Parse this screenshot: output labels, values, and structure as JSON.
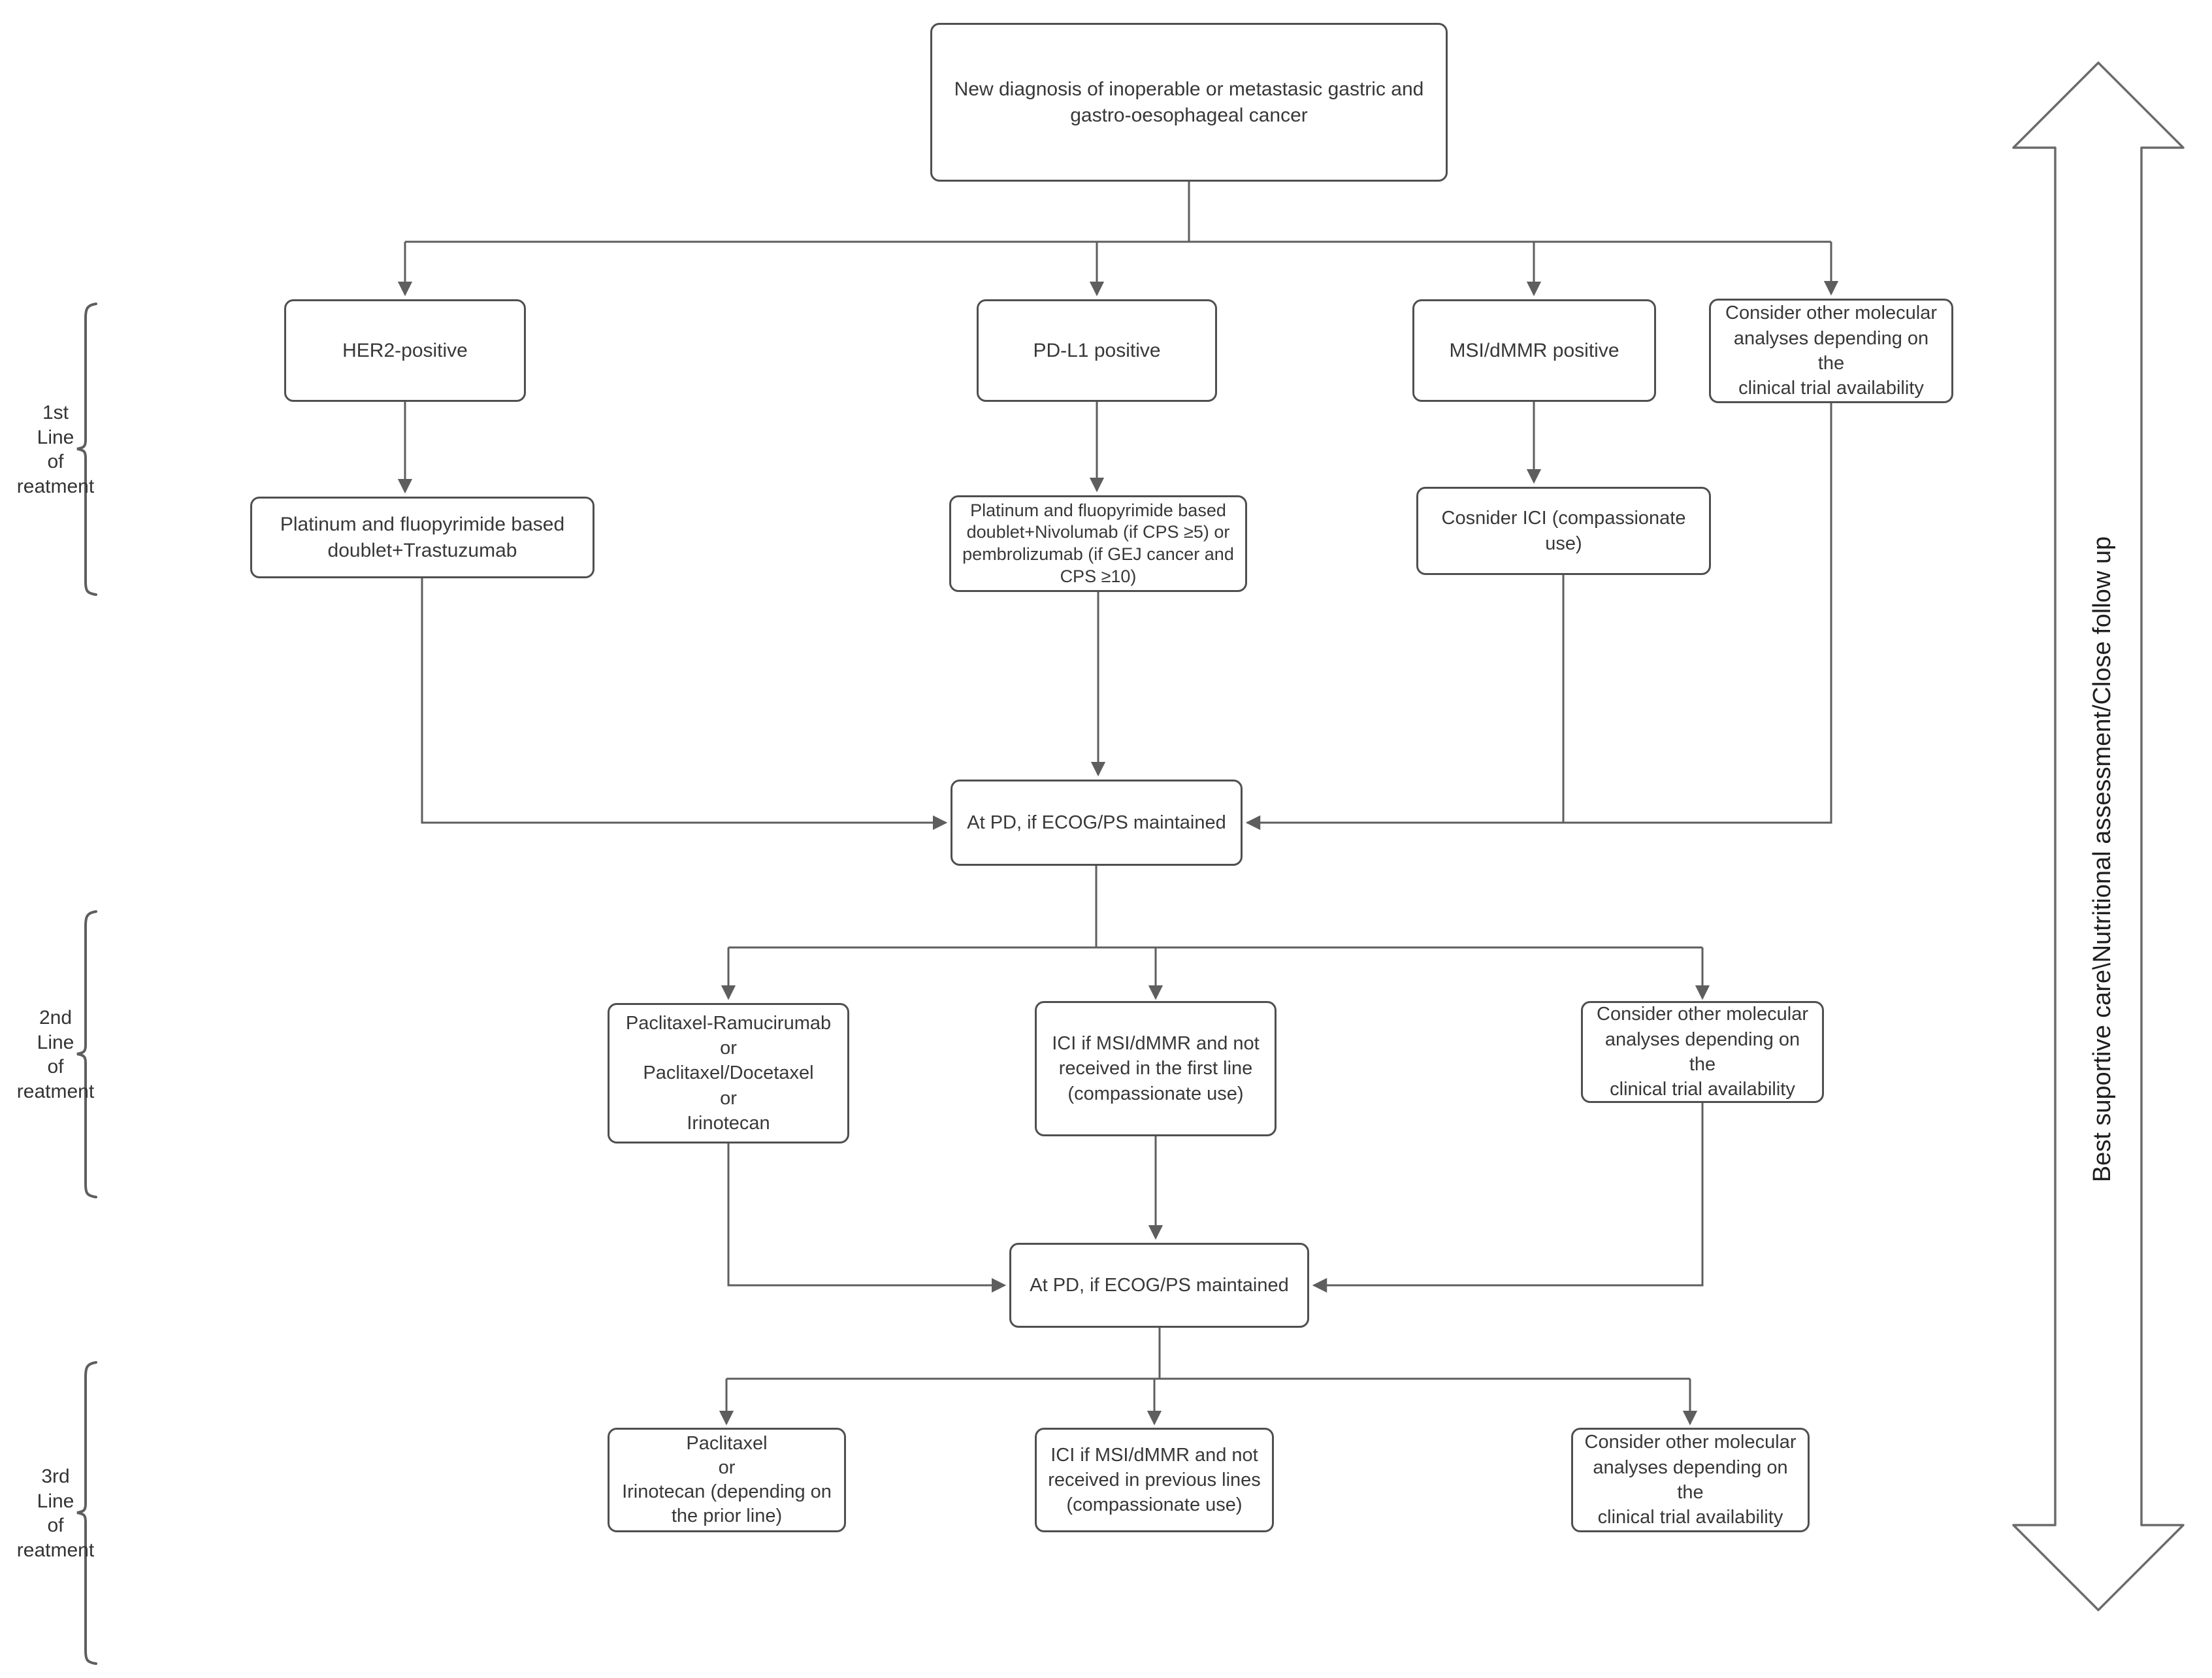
{
  "nodes": {
    "new_diagnosis": "New diagnosis of inoperable or metastasic gastric and\ngastro-oesophageal cancer",
    "her2_positive": "HER2-positive",
    "pdl1_positive": "PD-L1 positive",
    "msi_dmmr_positive": "MSI/dMMR positive",
    "consider_other_1": "Consider other molecular\nanalyses depending on the\nclinical trial availability",
    "platinum_trastuzumab": "Platinum and fluopyrimide based\ndoublet+Trastuzumab",
    "platinum_nivolumab": "Platinum and fluopyrimide based\ndoublet+Nivolumab (if CPS ≥5) or\npembrolizumab (if GEJ cancer and\nCPS ≥10)",
    "consider_ici": "Cosnider ICI (compassionate\nuse)",
    "at_pd_1": "At PD, if ECOG/PS maintained",
    "paclitaxel_ramucirumab": "Paclitaxel-Ramucirumab\nor\nPaclitaxel/Docetaxel\nor\nIrinotecan",
    "ici_first_line": "ICI if MSI/dMMR and not\nreceived in the first line\n(compassionate use)",
    "consider_other_2": "Consider other molecular\nanalyses depending on the\nclinical trial availability",
    "at_pd_2": "At PD, if ECOG/PS maintained",
    "paclitaxel_irinotecan": "Paclitaxel\nor\nIrinotecan (depending on\nthe prior line)",
    "ici_previous_lines": "ICI if MSI/dMMR and not\nreceived in previous lines\n(compassionate use)",
    "consider_other_3": "Consider other molecular\nanalyses depending on the\nclinical trial availability"
  },
  "labels": {
    "line1": "1st\nLine\nof\nreatment",
    "line2": "2nd\nLine\nof\nreatment",
    "line3": "3rd\nLine\nof\nreatment"
  },
  "side_arrow": {
    "text": "Best suportive care\\Nutritional assessment/Close follow up"
  },
  "colors": {
    "box_border": "#4f4f4f",
    "connector": "#5e5e5e",
    "text": "#383838",
    "background": "#ffffff"
  }
}
